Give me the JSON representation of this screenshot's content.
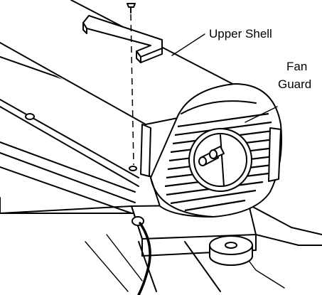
{
  "labels": {
    "upper_shell": "Upper Shell",
    "fan_guard_line1": "Fan",
    "fan_guard_line2": "Guard"
  },
  "colors": {
    "ink": "#000000",
    "paper": "#ffffff"
  }
}
